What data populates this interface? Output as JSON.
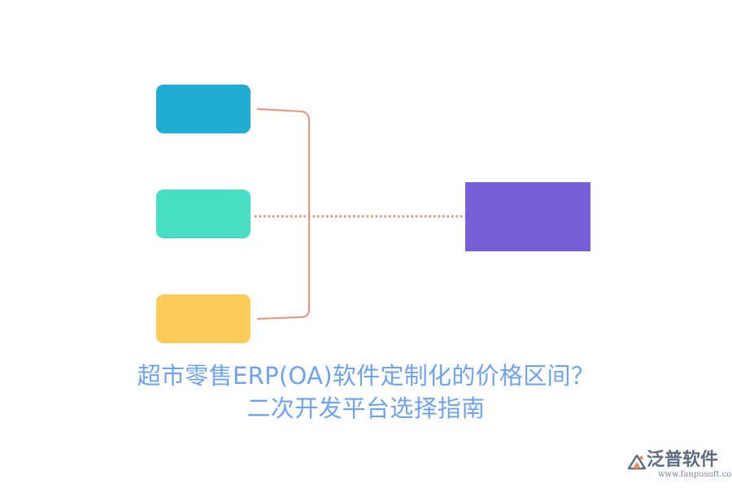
{
  "diagram": {
    "colors": {
      "top_box": "#1fadd4",
      "middle_box": "#46dfc3",
      "bottom_box": "#fccc5b",
      "target_box": "#765fd8",
      "connector_line": "#ee8f77",
      "connector_dotted": "#ee8f77"
    }
  },
  "title": {
    "line1": "超市零售ERP(OA)软件定制化的价格区间？",
    "line2": "二次开发平台选择指南",
    "color": "#6ea3f0"
  },
  "watermark": {
    "brand_text": "泛普软件",
    "url_text": "www.fanpusoft.com",
    "icon": "fanpu-logo-icon"
  }
}
